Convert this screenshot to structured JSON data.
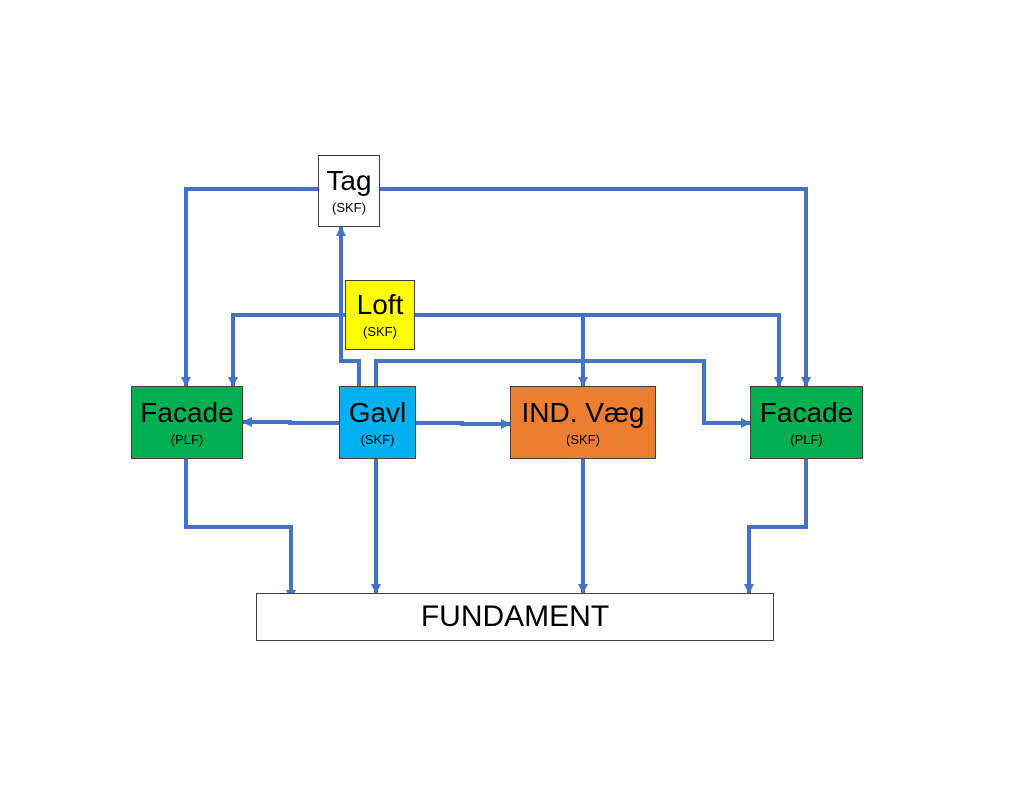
{
  "colors": {
    "arrow": "#4472c4",
    "tag": "#ffffff",
    "loft": "#ffff00",
    "facade": "#00b050",
    "gavl": "#00b0f0",
    "ind_vaeg": "#ed7d31",
    "fundament": "#ffffff"
  },
  "nodes": {
    "tag": {
      "title": "Tag",
      "sub": "(SKF)"
    },
    "loft": {
      "title": "Loft",
      "sub": "(SKF)"
    },
    "facade_left": {
      "title": "Facade",
      "sub": "(PLF)"
    },
    "gavl": {
      "title": "Gavl",
      "sub": "(SKF)"
    },
    "ind_vaeg": {
      "title": "IND. Væg",
      "sub": "(SKF)"
    },
    "facade_right": {
      "title": "Facade",
      "sub": "(PLF)"
    },
    "fundament": {
      "title": "FUNDAMENT"
    }
  },
  "edges": [
    {
      "from": "Tag",
      "to": "Facade (left)"
    },
    {
      "from": "Tag",
      "to": "Facade (right)"
    },
    {
      "from": "Loft",
      "to": "Facade (left)"
    },
    {
      "from": "Loft",
      "to": "IND. Væg"
    },
    {
      "from": "Loft",
      "to": "Facade (right)"
    },
    {
      "from": "Gavl",
      "to": "Tag"
    },
    {
      "from": "Gavl",
      "to": "Facade (left)"
    },
    {
      "from": "Gavl",
      "to": "IND. Væg"
    },
    {
      "from": "Gavl",
      "to": "Facade (right)"
    },
    {
      "from": "Gavl",
      "to": "FUNDAMENT"
    },
    {
      "from": "Facade (left)",
      "to": "FUNDAMENT"
    },
    {
      "from": "IND. Væg",
      "to": "FUNDAMENT"
    },
    {
      "from": "Facade (right)",
      "to": "FUNDAMENT"
    }
  ]
}
